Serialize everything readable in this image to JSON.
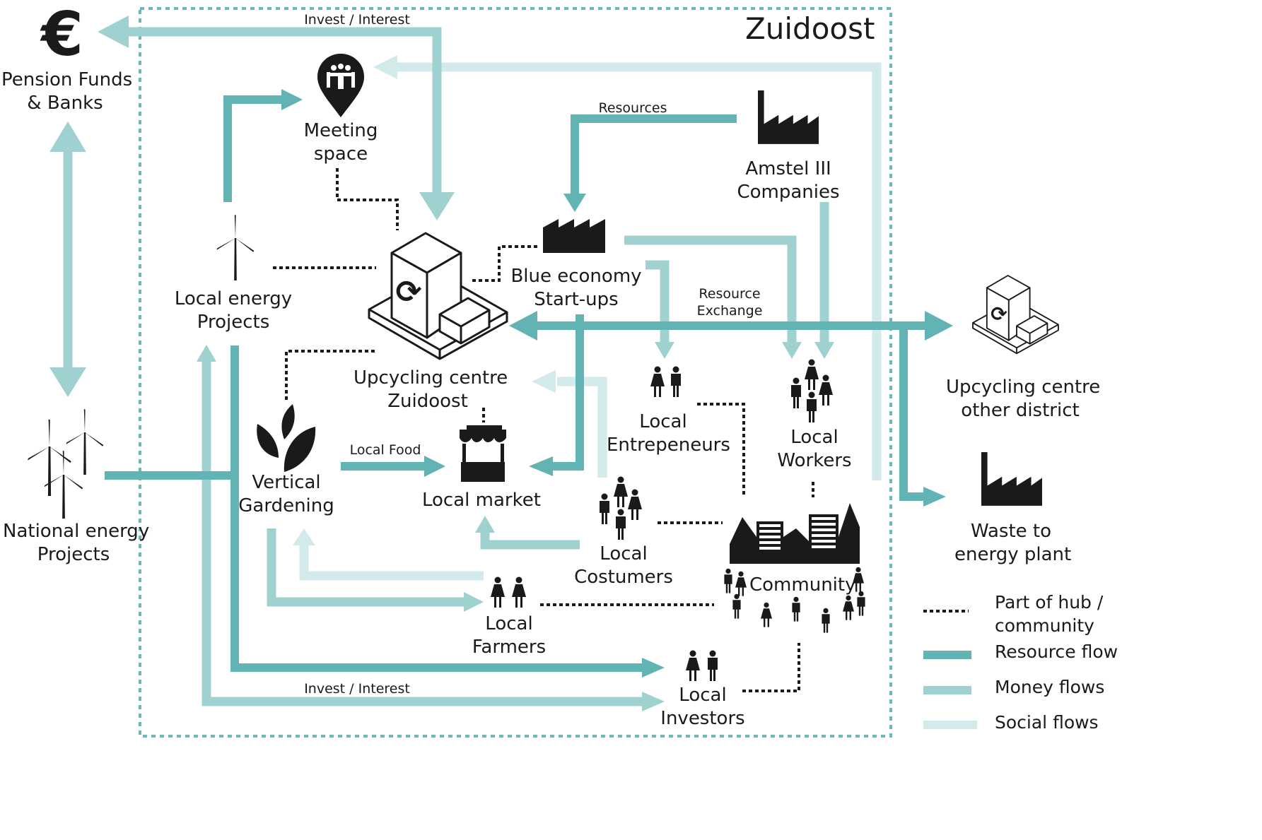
{
  "region_title": "Zuidoost",
  "nodes": {
    "pension_funds": [
      "Pension Funds",
      "& Banks"
    ],
    "meeting_space": [
      "Meeting",
      "space"
    ],
    "amstel": [
      "Amstel III",
      "Companies"
    ],
    "local_energy": [
      "Local energy",
      "Projects"
    ],
    "blue_economy": [
      "Blue economy",
      "Start-ups"
    ],
    "upcycling_zuidoost": [
      "Upcycling centre",
      "Zuidoost"
    ],
    "upcycling_other": [
      "Upcycling centre",
      "other district"
    ],
    "local_entrepeneurs": [
      "Local",
      "Entrepeneurs"
    ],
    "local_workers": [
      "Local",
      "Workers"
    ],
    "vertical_gardening": [
      "Vertical",
      "Gardening"
    ],
    "local_market": [
      "Local market"
    ],
    "national_energy": [
      "National energy",
      "Projects"
    ],
    "local_costumers": [
      "Local",
      "Costumers"
    ],
    "waste_plant": [
      "Waste to",
      "energy plant"
    ],
    "community": [
      "Community"
    ],
    "local_farmers": [
      "Local",
      "Farmers"
    ],
    "local_investors": [
      "Local",
      "Investors"
    ]
  },
  "flow_labels": {
    "invest_top": "Invest / Interest",
    "resources": "Resources",
    "resource_exchange": [
      "Resource",
      "Exchange"
    ],
    "local_food": "Local Food",
    "invest_bottom": "Invest / Interest"
  },
  "legend": [
    {
      "style": "dotted",
      "label": [
        "Part of hub /",
        "community"
      ]
    },
    {
      "style": "resource",
      "label": [
        "Resource flow"
      ]
    },
    {
      "style": "money",
      "label": [
        "Money flows"
      ]
    },
    {
      "style": "social",
      "label": [
        "Social flows"
      ]
    }
  ],
  "colors": {
    "resource_flow": "#62b3b3",
    "money_flow": "#a0d1d1",
    "social_flow": "#d3eaea",
    "border": "#6ab8b8",
    "ink": "#1a1a1a"
  }
}
